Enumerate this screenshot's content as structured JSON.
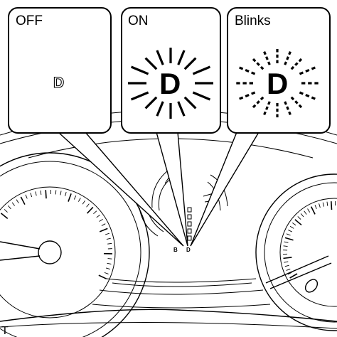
{
  "panels": {
    "off": {
      "label": "OFF",
      "symbol": "D"
    },
    "on": {
      "label": "ON",
      "symbol": "D"
    },
    "blinks": {
      "label": "Blinks",
      "symbol": "D"
    }
  },
  "cluster": {
    "indicator_small_left": "B",
    "indicator_small_right": "D"
  },
  "corner_mark": "T"
}
